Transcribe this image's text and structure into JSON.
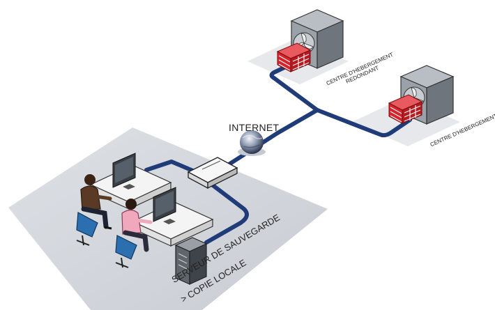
{
  "labels": {
    "internet": "INTERNET",
    "datacenter_redundant_line1": "CENTRE D'HEBERGEMENT",
    "datacenter_redundant_line2": "REDONDANT",
    "datacenter": "CENTRE D'HEBERGEMENT",
    "backup_server": "SERVEUR DE SAUVEGARDE",
    "local_copy": "> COPIE LOCALE"
  },
  "colors": {
    "cable": "#1f3b78",
    "platform": "#d3d7dd",
    "firewall": "#d8232a",
    "server_box": "#8a9096",
    "desk": "#f2f2f2",
    "chair": "#2b6fb0"
  }
}
